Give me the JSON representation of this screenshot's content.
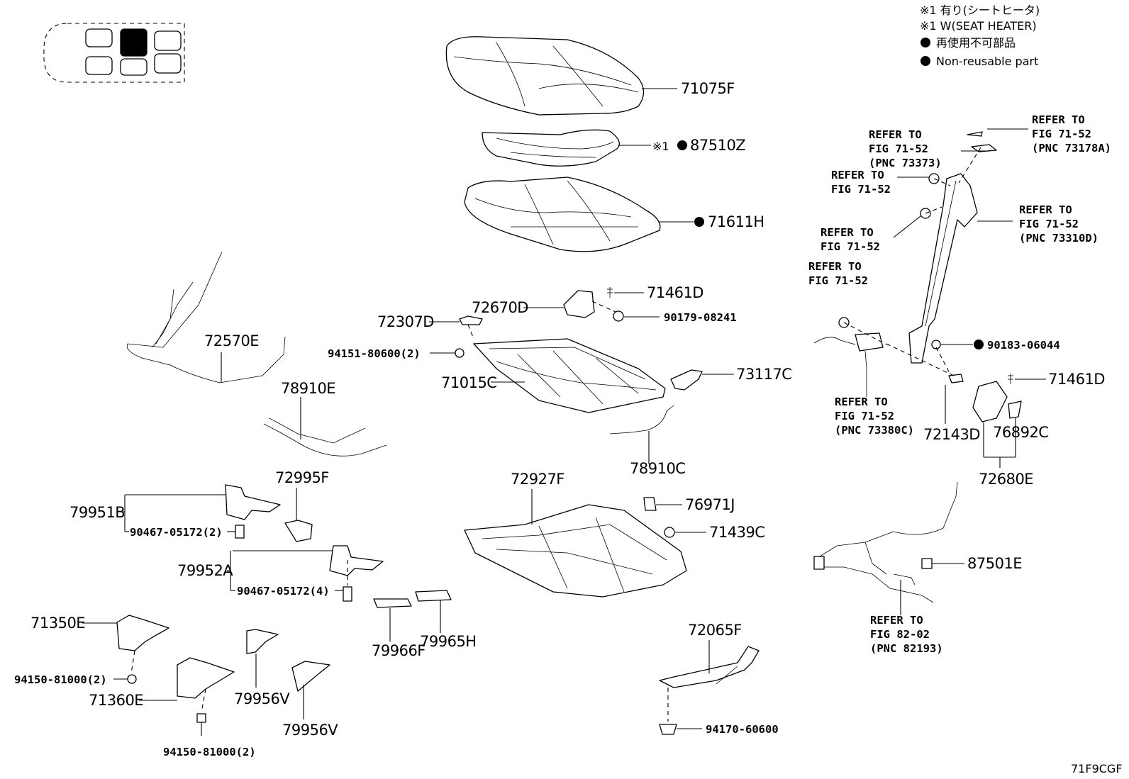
{
  "legend": {
    "note1": "※1 有り(シートヒータ)",
    "note2": "※1 W(SEAT HEATER)",
    "note3": "再使用不可部品",
    "note4": "Non-reusable part"
  },
  "parts": {
    "p71075F": "71075F",
    "p87510Z": "87510Z",
    "p87510Z_mark": "※1",
    "p71611H": "71611H",
    "p71461D_top": "71461D",
    "p90179": "90179-08241",
    "p72670D": "72670D",
    "p72307D": "72307D",
    "p94151": "94151-80600(2)",
    "p71015C": "71015C",
    "p73117C": "73117C",
    "p72570E": "72570E",
    "p78910E": "78910E",
    "p78910C": "78910C",
    "p72995F": "72995F",
    "p79951B": "79951B",
    "p90467_2": "90467-05172(2)",
    "p79952A": "79952A",
    "p90467_4": "90467-05172(4)",
    "p72927F": "72927F",
    "p76971J": "76971J",
    "p71439C": "71439C",
    "p79966F": "79966F",
    "p79965H": "79965H",
    "p71350E": "71350E",
    "p94150_a": "94150-81000(2)",
    "p71360E": "71360E",
    "p94150_b": "94150-81000(2)",
    "p79956V_a": "79956V",
    "p79956V_b": "79956V",
    "p72065F": "72065F",
    "p94170": "94170-60600",
    "p90183": "90183-06044",
    "p71461D_right": "71461D",
    "p72143D": "72143D",
    "p76892C": "76892C",
    "p72680E": "72680E",
    "p87501E": "87501E"
  },
  "refs": {
    "r73373": [
      "REFER TO",
      "FIG 71-52",
      "(PNC 73373)"
    ],
    "r73178A": [
      "REFER TO",
      "FIG 71-52",
      "(PNC 73178A)"
    ],
    "r_a": [
      "REFER TO",
      "FIG 71-52"
    ],
    "r73310D": [
      "REFER TO",
      "FIG 71-52",
      "(PNC 73310D)"
    ],
    "r_b": [
      "REFER TO",
      "FIG 71-52"
    ],
    "r_c": [
      "REFER TO",
      "FIG 71-52"
    ],
    "r73380C": [
      "REFER TO",
      "FIG 71-52",
      "(PNC 73380C)"
    ],
    "r82193": [
      "REFER TO",
      "FIG 82-02",
      "(PNC 82193)"
    ]
  },
  "drawing_code": "71F9CGF",
  "colors": {
    "line": "#000000",
    "background": "#ffffff",
    "highlight_seat": "#000000"
  }
}
